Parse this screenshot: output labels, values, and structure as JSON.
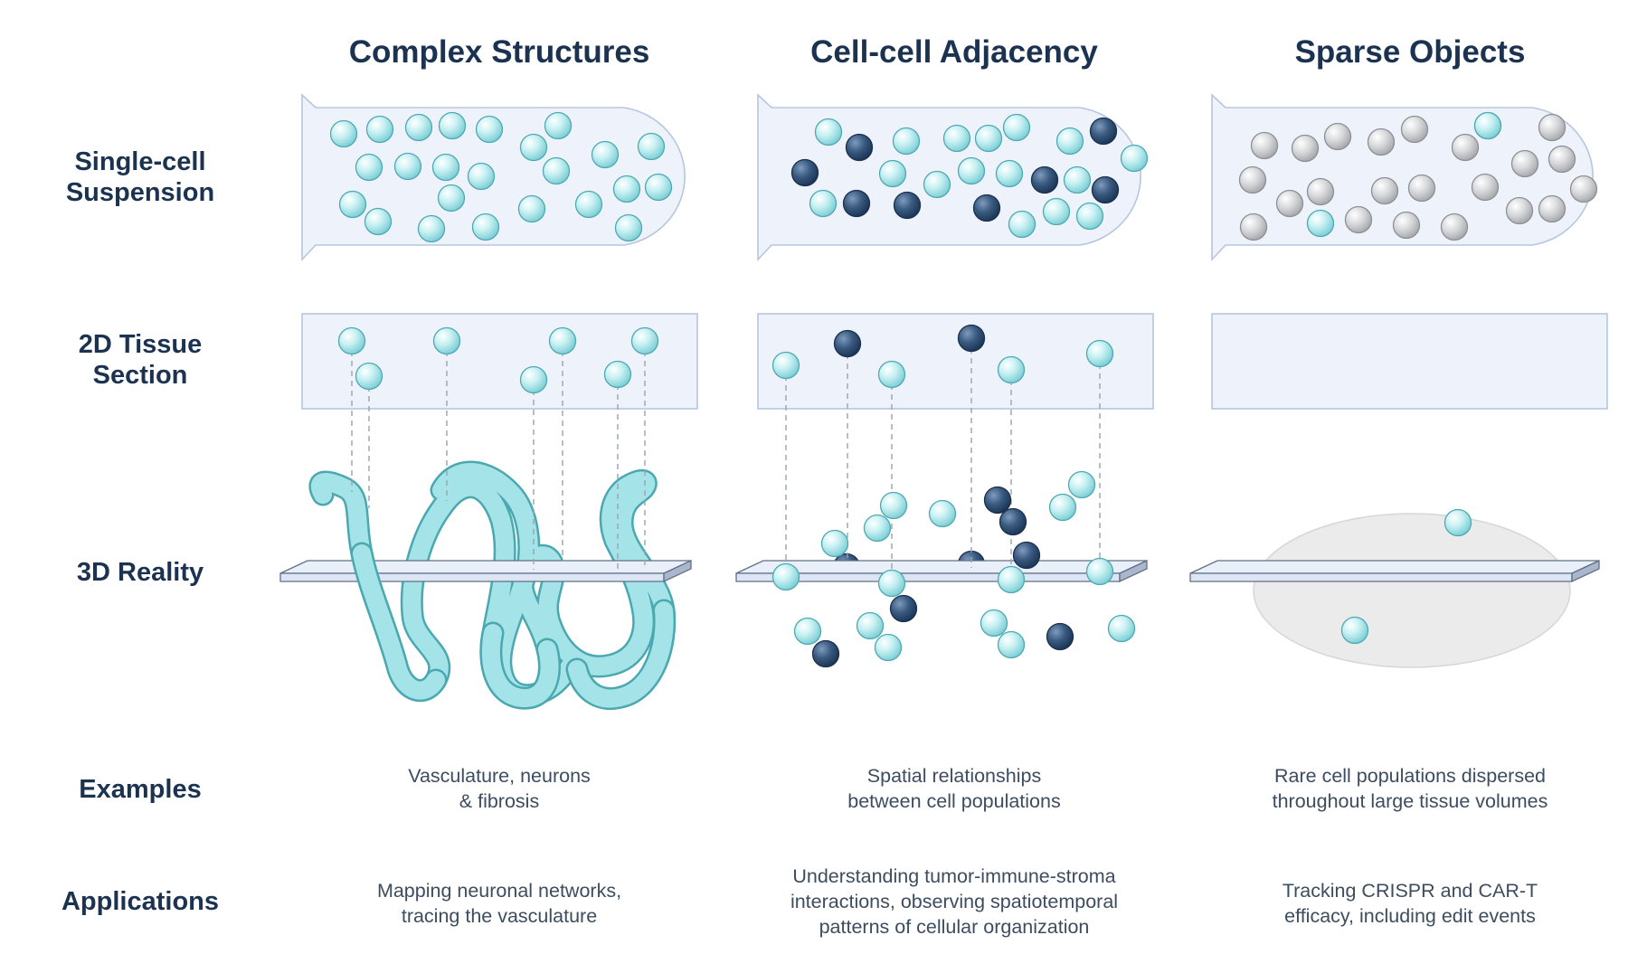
{
  "columns": [
    {
      "title": "Complex Structures",
      "examples": [
        "Vasculature, neurons",
        "& fibrosis"
      ],
      "applications": [
        "Mapping neuronal networks,",
        "tracing the vasculature"
      ]
    },
    {
      "title": "Cell-cell Adjacency",
      "examples": [
        "Spatial relationships",
        "between cell populations"
      ],
      "applications": [
        "Understanding tumor-immune-stroma",
        "interactions, observing spatiotemporal",
        "patterns of cellular organization"
      ]
    },
    {
      "title": "Sparse Objects",
      "examples": [
        "Rare cell populations dispersed",
        "throughout large tissue volumes"
      ],
      "applications": [
        "Tracking CRISPR and CAR-T",
        "efficacy, including edit events"
      ]
    }
  ],
  "rows": {
    "suspension": [
      "Single-cell",
      "Suspension"
    ],
    "section": [
      "2D Tissue",
      "Section"
    ],
    "reality": [
      "3D Reality"
    ],
    "examples": [
      "Examples"
    ],
    "applications": [
      "Applications"
    ]
  },
  "colors": {
    "heading": "#1b3350",
    "body_text": "#3c4d60",
    "cell_light": "#a8e6ea",
    "cell_dark": "#2f4f73",
    "cell_gray": "#cfd1d3",
    "panel_fill": "#eef3fb",
    "panel_border": "#b6c6df",
    "vessel": "#a4e4e8"
  }
}
